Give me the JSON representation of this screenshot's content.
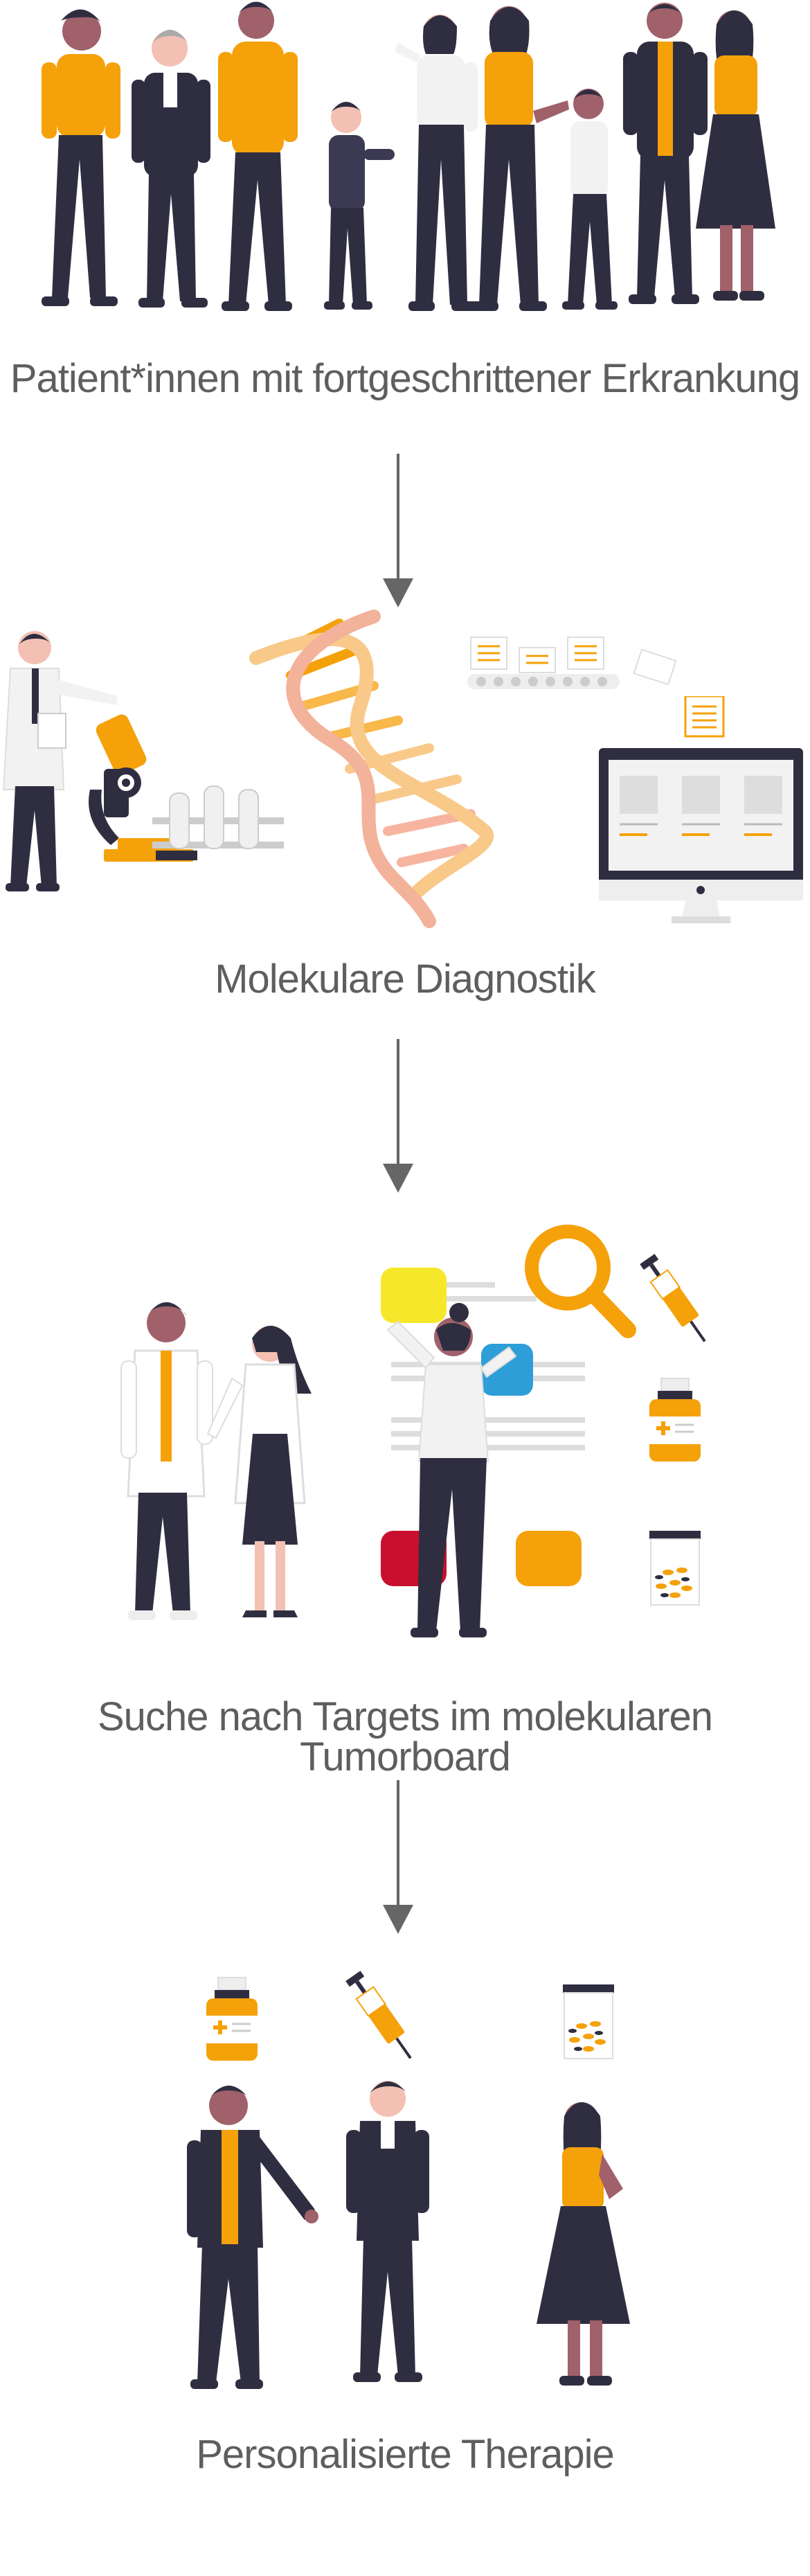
{
  "diagram": {
    "steps": [
      {
        "label": "Patient*innen mit fortgeschrittener Erkrankung"
      },
      {
        "label": "Molekulare Diagnostik"
      },
      {
        "label": "Suche nach Targets im molekularen Tumorboard"
      },
      {
        "label": "Personalisierte Therapie"
      }
    ]
  },
  "colors": {
    "accent": "#f5a10a",
    "dark": "#2f2e41",
    "skin_dark": "#a0616a",
    "skin_light": "#f3c0b3",
    "arrow": "#666666",
    "text": "#5e5e5e",
    "red": "#c8102e",
    "yellow": "#f7e72a",
    "blue": "#2d9ed8"
  },
  "icons": [
    "people-group-illustration",
    "scientist-microscope-illustration",
    "dna-helix-illustration",
    "documents-illustration",
    "monitor-illustration",
    "doctors-illustration",
    "magnifier-icon",
    "syringe-icon",
    "medicine-bottle-icon",
    "pill-jar-icon",
    "patients-illustration"
  ]
}
